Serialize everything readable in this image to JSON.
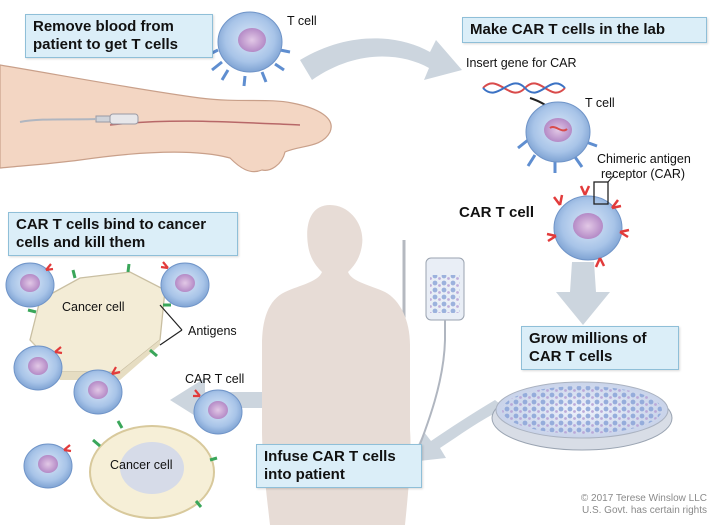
{
  "steps": {
    "step1": "Remove blood from patient to get T cells",
    "step2": "Make CAR T cells in the lab",
    "step3": "Grow millions of CAR T cells",
    "step4": "Infuse CAR T cells into patient",
    "step5": "CAR T cells bind to cancer cells and kill them"
  },
  "labels": {
    "t_cell_top": "T cell",
    "insert_gene": "Insert gene for CAR",
    "t_cell_lab": "T cell",
    "car_line1": "Chimeric antigen",
    "car_line2": "receptor (CAR)",
    "car_t_cell_main": "CAR T cell",
    "cancer_cell_top": "Cancer cell",
    "antigens": "Antigens",
    "car_t_cell_lower": "CAR T cell",
    "cancer_cell_bottom": "Cancer cell"
  },
  "copyright": {
    "line1": "© 2017 Terese Winslow LLC",
    "line2": "U.S. Govt. has certain rights"
  },
  "colors": {
    "label_box": "#dbeef8",
    "arrow": "#c9d3dc",
    "t_cell": "#a9c6ea",
    "nucleus": "#c9a9d6",
    "cancer_cell": "#f3ecd6",
    "receptor": "#e23b3b",
    "antigen": "#3aa65a"
  }
}
